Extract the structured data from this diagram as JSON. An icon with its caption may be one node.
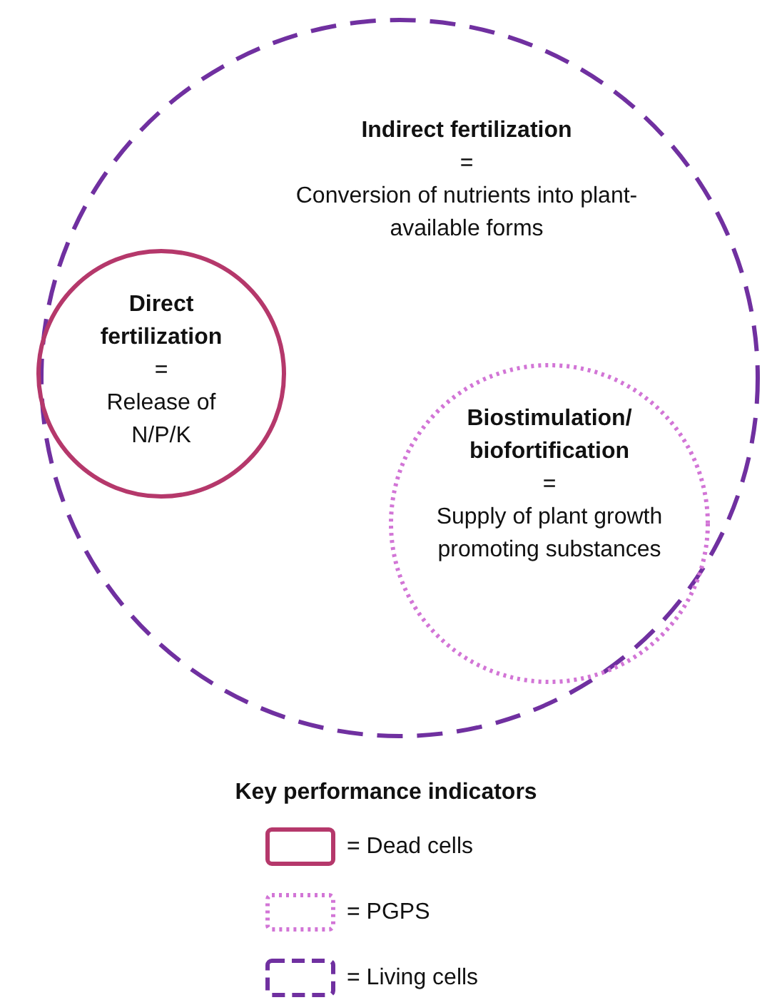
{
  "diagram": {
    "nodes": [
      {
        "text": [
          "Indirect fertilization",
          "=",
          "Conversion of nutrients into plant-available forms"
        ]
      },
      {
        "text": [
          "Direct fertilization",
          "=",
          "Release of N/P/K"
        ],
        "in": 0
      },
      {
        "text": [
          "Biostimulation/ biofortification",
          "=",
          "Supply of plant growth promoting substances"
        ],
        "in": 0
      }
    ],
    "labels": [
      "Key performance indicators"
    ],
    "legend": [
      {
        "text": "= Dead cells"
      },
      {
        "text": "= PGPS"
      },
      {
        "text": "= Living cells"
      }
    ]
  }
}
